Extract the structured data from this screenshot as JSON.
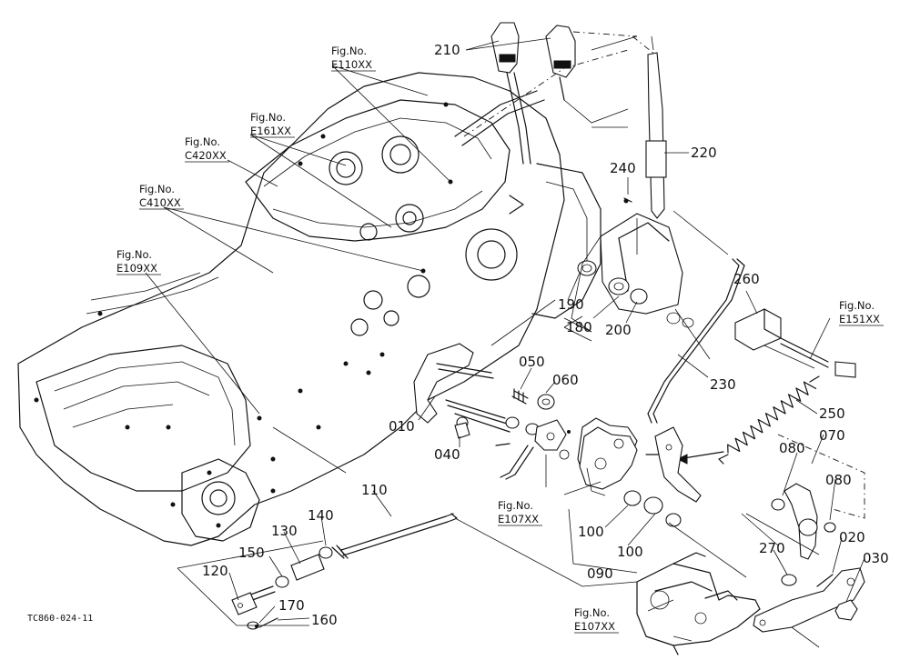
{
  "drawing_code": "TC860-024-11",
  "fig_refs": [
    {
      "id": "e110",
      "line1": "Fig.No.",
      "line2": "E110XX"
    },
    {
      "id": "e161",
      "line1": "Fig.No.",
      "line2": "E161XX"
    },
    {
      "id": "c420",
      "line1": "Fig.No.",
      "line2": "C420XX"
    },
    {
      "id": "c410",
      "line1": "Fig.No.",
      "line2": "C410XX"
    },
    {
      "id": "e109",
      "line1": "Fig.No.",
      "line2": "E109XX"
    },
    {
      "id": "e151",
      "line1": "Fig.No.",
      "line2": "E151XX"
    },
    {
      "id": "e107a",
      "line1": "Fig.No.",
      "line2": "E107XX"
    },
    {
      "id": "e107b",
      "line1": "Fig.No.",
      "line2": "E107XX"
    }
  ],
  "part_numbers": {
    "p210": "210",
    "p220": "220",
    "p240": "240",
    "p260": "260",
    "p190": "190",
    "p180": "180",
    "p200": "200",
    "p230": "230",
    "p050": "050",
    "p060": "060",
    "p010": "010",
    "p040": "040",
    "p250": "250",
    "p080a": "080",
    "p070": "070",
    "p080b": "080",
    "p100a": "100",
    "p100b": "100",
    "p090": "090",
    "p270": "270",
    "p020": "020",
    "p030": "030",
    "p110": "110",
    "p140": "140",
    "p130": "130",
    "p150": "150",
    "p120": "120",
    "p170": "170",
    "p160": "160"
  }
}
